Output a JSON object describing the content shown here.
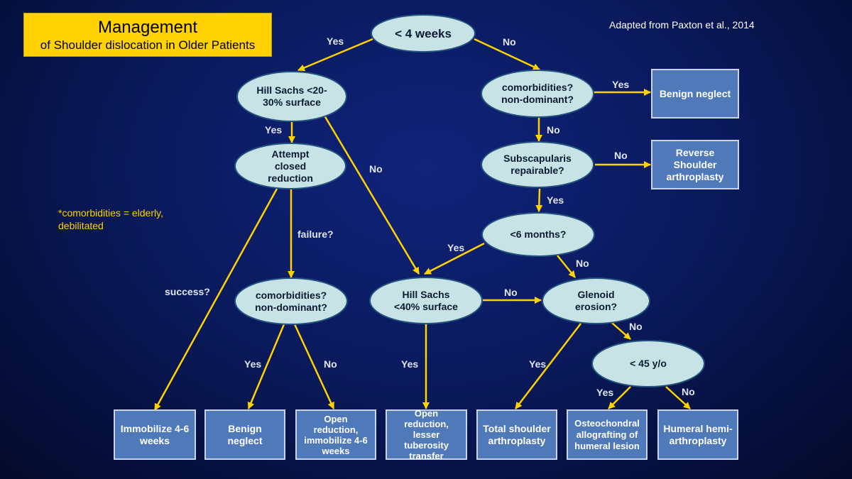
{
  "title": {
    "line1": "Management",
    "line2": "of Shoulder dislocation in Older Patients"
  },
  "credit": "Adapted from Paxton et al., 2014",
  "note": "*comorbidities = elderly, debilitated",
  "colors": {
    "arrow": "#ffd200",
    "ellipse_fill": "#c7e3e6",
    "box_fill": "#4f79b9",
    "background": "#0a1a5e"
  },
  "nodes": {
    "weeks": "< 4 weeks",
    "hill_sachs_20": "Hill Sachs <20-30% surface",
    "comorb_top": "comorbidities? non-dominant?",
    "benign_neglect_top": "Benign neglect",
    "closed_reduction": "Attempt closed reduction",
    "subscapularis": "Subscapularis repairable?",
    "reverse_arthroplasty": "Reverse Shoulder arthroplasty",
    "six_months": "<6 months?",
    "comorb_left": "comorbidities? non-dominant?",
    "hill_sachs_40": "Hill Sachs <40% surface",
    "glenoid": "Glenoid erosion?",
    "age45": "< 45 y/o",
    "immobilize": "Immobilize 4-6 weeks",
    "benign_neglect_bottom": "Benign neglect",
    "open_reduction_immobilize": "Open reduction, immobilize 4-6 weeks",
    "open_reduction_transfer": "Open reduction, lesser tuberosity transfer",
    "total_arthroplasty": "Total shoulder arthroplasty",
    "osteochondral": "Osteochondral allografting of humeral lesion",
    "hemi_arthroplasty": "Humeral hemi-arthroplasty"
  },
  "edge_labels": {
    "weeks_yes": "Yes",
    "weeks_no": "No",
    "hs20_yes": "Yes",
    "hs20_no": "No",
    "comorb_top_yes": "Yes",
    "comorb_top_no": "No",
    "subscap_no": "No",
    "subscap_yes": "Yes",
    "failure": "failure?",
    "success": "success?",
    "six_yes": "Yes",
    "six_no": "No",
    "hs40_no": "No",
    "hs40_yes": "Yes",
    "comorb_left_yes": "Yes",
    "comorb_left_no": "No",
    "glenoid_yes": "Yes",
    "glenoid_no": "No",
    "age_yes": "Yes",
    "age_no": "No"
  }
}
